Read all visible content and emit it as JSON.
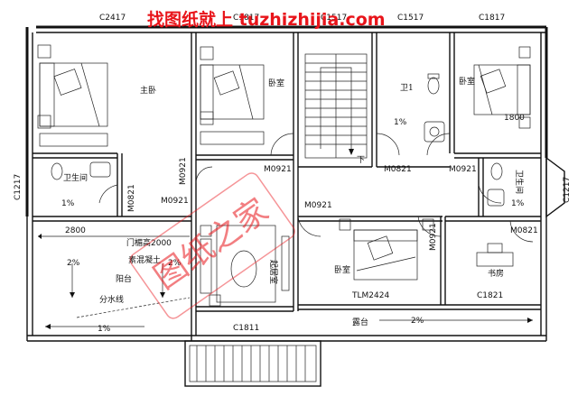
{
  "watermark": {
    "text": "找图纸就上 tuzhizhijia.com",
    "color": "#e8141a"
  },
  "stamp": {
    "text": "图纸之家",
    "color": "#e8141a"
  },
  "windows_top": [
    "C2417",
    "C1817",
    "C1517",
    "C1517",
    "C1817"
  ],
  "windows_side": {
    "left": "C1217",
    "right": "C1217"
  },
  "windows_bottom": [
    "C1811",
    "C1821"
  ],
  "rooms": {
    "master_bedroom": "主卧",
    "bedroom_1": "卧室",
    "bathroom_1": "卫1",
    "bedroom_2": "卧室",
    "bathroom_master": "卫生间",
    "bathroom_right": "卫生间",
    "balcony": "阳台",
    "living": "起居室",
    "bedroom_3": "卧室",
    "study": "书房",
    "terrace": "露台"
  },
  "doors": [
    "M0921",
    "M0921",
    "M0821",
    "M0921",
    "M0821",
    "M0921",
    "M0921",
    "M0921",
    "M0821"
  ],
  "window_door": "TLM2424",
  "dimensions": {
    "balcony_width": "2800",
    "wall_dim": "1800",
    "door_height": "门楣高2000",
    "texture": "素混凝土"
  },
  "slopes": [
    "1%",
    "1%",
    "1%",
    "2%",
    "2%",
    "1%",
    "2%"
  ],
  "stair_down": "下",
  "drain_line": "分水线"
}
